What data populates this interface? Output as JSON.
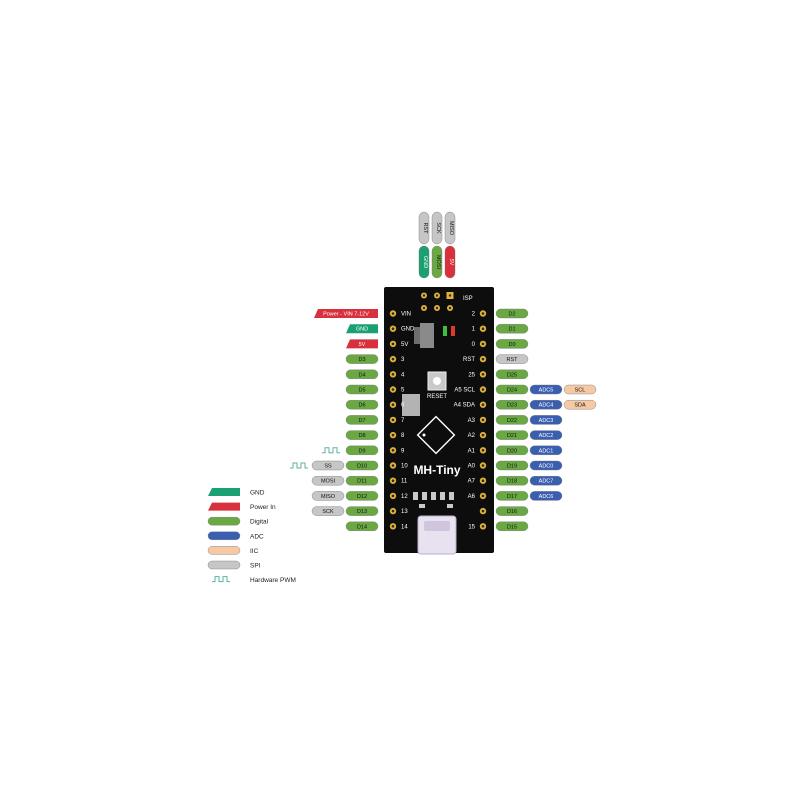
{
  "colors": {
    "gnd": "#1aa071",
    "power": "#d8303c",
    "digital": "#6aa844",
    "adc": "#3b5fb0",
    "iic": "#f6c9a6",
    "spi": "#c6c6c6",
    "pwm": "#5fb0a0",
    "board": "#0d0d0d"
  },
  "board": {
    "name": "MH-Tiny",
    "isp_label": "ISP",
    "reset_label": "RESET",
    "left_silk": [
      "VIN",
      "GND",
      "5V",
      "3",
      "4",
      "5",
      "6",
      "7",
      "8",
      "9",
      "10",
      "11",
      "12",
      "13",
      "14"
    ],
    "right_silk": [
      "2",
      "1",
      "0",
      "RST",
      "25",
      "A5 SCL",
      "A4 SDA",
      "A3",
      "A2",
      "A1",
      "A0",
      "A7",
      "A6",
      "",
      "15"
    ]
  },
  "isp_header": {
    "top": [
      "RST",
      "SCK",
      "MISO"
    ],
    "bottom": [
      {
        "label": "GND",
        "type": "gnd"
      },
      {
        "label": "MOSI",
        "type": "digital"
      },
      {
        "label": "5V",
        "type": "power"
      }
    ]
  },
  "left_pins": [
    {
      "label": "Power - VIN 7-12V",
      "type": "power",
      "shape": "flag"
    },
    {
      "label": "GND",
      "type": "gnd",
      "shape": "flag"
    },
    {
      "label": "5V",
      "type": "power",
      "shape": "flag"
    },
    {
      "label": "D3",
      "type": "digital"
    },
    {
      "label": "D4",
      "type": "digital"
    },
    {
      "label": "D5",
      "type": "digital"
    },
    {
      "label": "D6",
      "type": "digital"
    },
    {
      "label": "D7",
      "type": "digital"
    },
    {
      "label": "D8",
      "type": "digital"
    },
    {
      "label": "D9",
      "type": "digital",
      "pwm": true
    },
    {
      "label": "D10",
      "type": "digital",
      "pwm": true,
      "extra": [
        {
          "label": "SS",
          "type": "spi"
        }
      ]
    },
    {
      "label": "D11",
      "type": "digital",
      "extra": [
        {
          "label": "MOSI",
          "type": "spi"
        }
      ]
    },
    {
      "label": "D12",
      "type": "digital",
      "extra": [
        {
          "label": "MISO",
          "type": "spi"
        }
      ]
    },
    {
      "label": "D13",
      "type": "digital",
      "extra": [
        {
          "label": "SCK",
          "type": "spi"
        }
      ]
    },
    {
      "label": "D14",
      "type": "digital"
    }
  ],
  "right_pins": [
    {
      "label": "D2",
      "type": "digital"
    },
    {
      "label": "D1",
      "type": "digital"
    },
    {
      "label": "D0",
      "type": "digital"
    },
    {
      "label": "RST",
      "type": "spi"
    },
    {
      "label": "D25",
      "type": "digital"
    },
    {
      "label": "D24",
      "type": "digital",
      "extra": [
        {
          "label": "ADC5",
          "type": "adc"
        },
        {
          "label": "SCL",
          "type": "iic"
        }
      ]
    },
    {
      "label": "D23",
      "type": "digital",
      "extra": [
        {
          "label": "ADC4",
          "type": "adc"
        },
        {
          "label": "SDA",
          "type": "iic"
        }
      ]
    },
    {
      "label": "D22",
      "type": "digital",
      "extra": [
        {
          "label": "ADC3",
          "type": "adc"
        }
      ]
    },
    {
      "label": "D21",
      "type": "digital",
      "extra": [
        {
          "label": "ADC2",
          "type": "adc"
        }
      ]
    },
    {
      "label": "D20",
      "type": "digital",
      "extra": [
        {
          "label": "ADC1",
          "type": "adc"
        }
      ]
    },
    {
      "label": "D19",
      "type": "digital",
      "extra": [
        {
          "label": "ADC0",
          "type": "adc"
        }
      ]
    },
    {
      "label": "D18",
      "type": "digital",
      "extra": [
        {
          "label": "ADC7",
          "type": "adc"
        }
      ]
    },
    {
      "label": "D17",
      "type": "digital",
      "extra": [
        {
          "label": "ADC6",
          "type": "adc"
        }
      ]
    },
    {
      "label": "D16",
      "type": "digital"
    },
    {
      "label": "D15",
      "type": "digital"
    }
  ],
  "legend": [
    {
      "label": "GND",
      "type": "gnd",
      "shape": "flag"
    },
    {
      "label": "Power In",
      "type": "power",
      "shape": "flag"
    },
    {
      "label": "Digital",
      "type": "digital"
    },
    {
      "label": "ADC",
      "type": "adc"
    },
    {
      "label": "IIC",
      "type": "iic"
    },
    {
      "label": "SPI",
      "type": "spi"
    },
    {
      "label": "Hardware PWM",
      "type": "pwm",
      "shape": "wave"
    }
  ]
}
